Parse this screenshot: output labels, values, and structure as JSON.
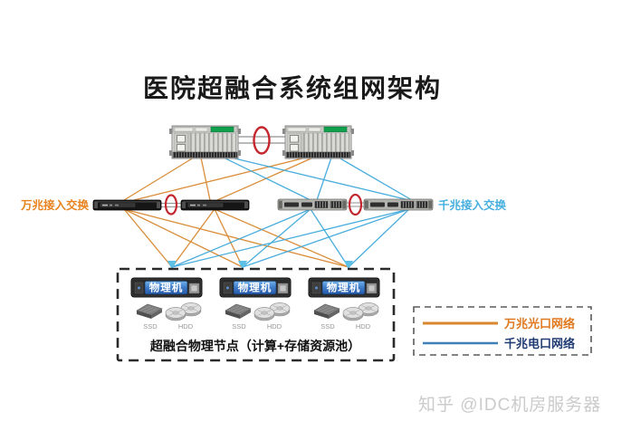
{
  "title": "医院超融合系统组网架构",
  "watermark": "知乎 @IDC机房服务器",
  "access_switches": {
    "left_label": "万兆接入交换",
    "left_color": "#E8821E",
    "right_label": "千兆接入交换",
    "right_color": "#47AFDF"
  },
  "core": {
    "stack_ring_color": "#C4262E"
  },
  "links": {
    "ten_gig_color": "#D8872F",
    "one_gig_color": "#3FA9DC",
    "arrow_color": "#5FC0E6"
  },
  "node_pool": {
    "caption": "超融合物理节点（计算+存储资源池）",
    "servers": [
      {
        "label": "物理机",
        "ssd": "SSD",
        "hdd": "HDD"
      },
      {
        "label": "物理机",
        "ssd": "SSD",
        "hdd": "HDD"
      },
      {
        "label": "物理机",
        "ssd": "SSD",
        "hdd": "HDD"
      }
    ]
  },
  "legend": {
    "items": [
      {
        "label": "万兆光口网络",
        "line_color": "#D8872F",
        "text_color": "#E0791F"
      },
      {
        "label": "千兆电口网络",
        "line_color": "#3E7FB6",
        "text_color": "#1F3B73"
      }
    ]
  }
}
